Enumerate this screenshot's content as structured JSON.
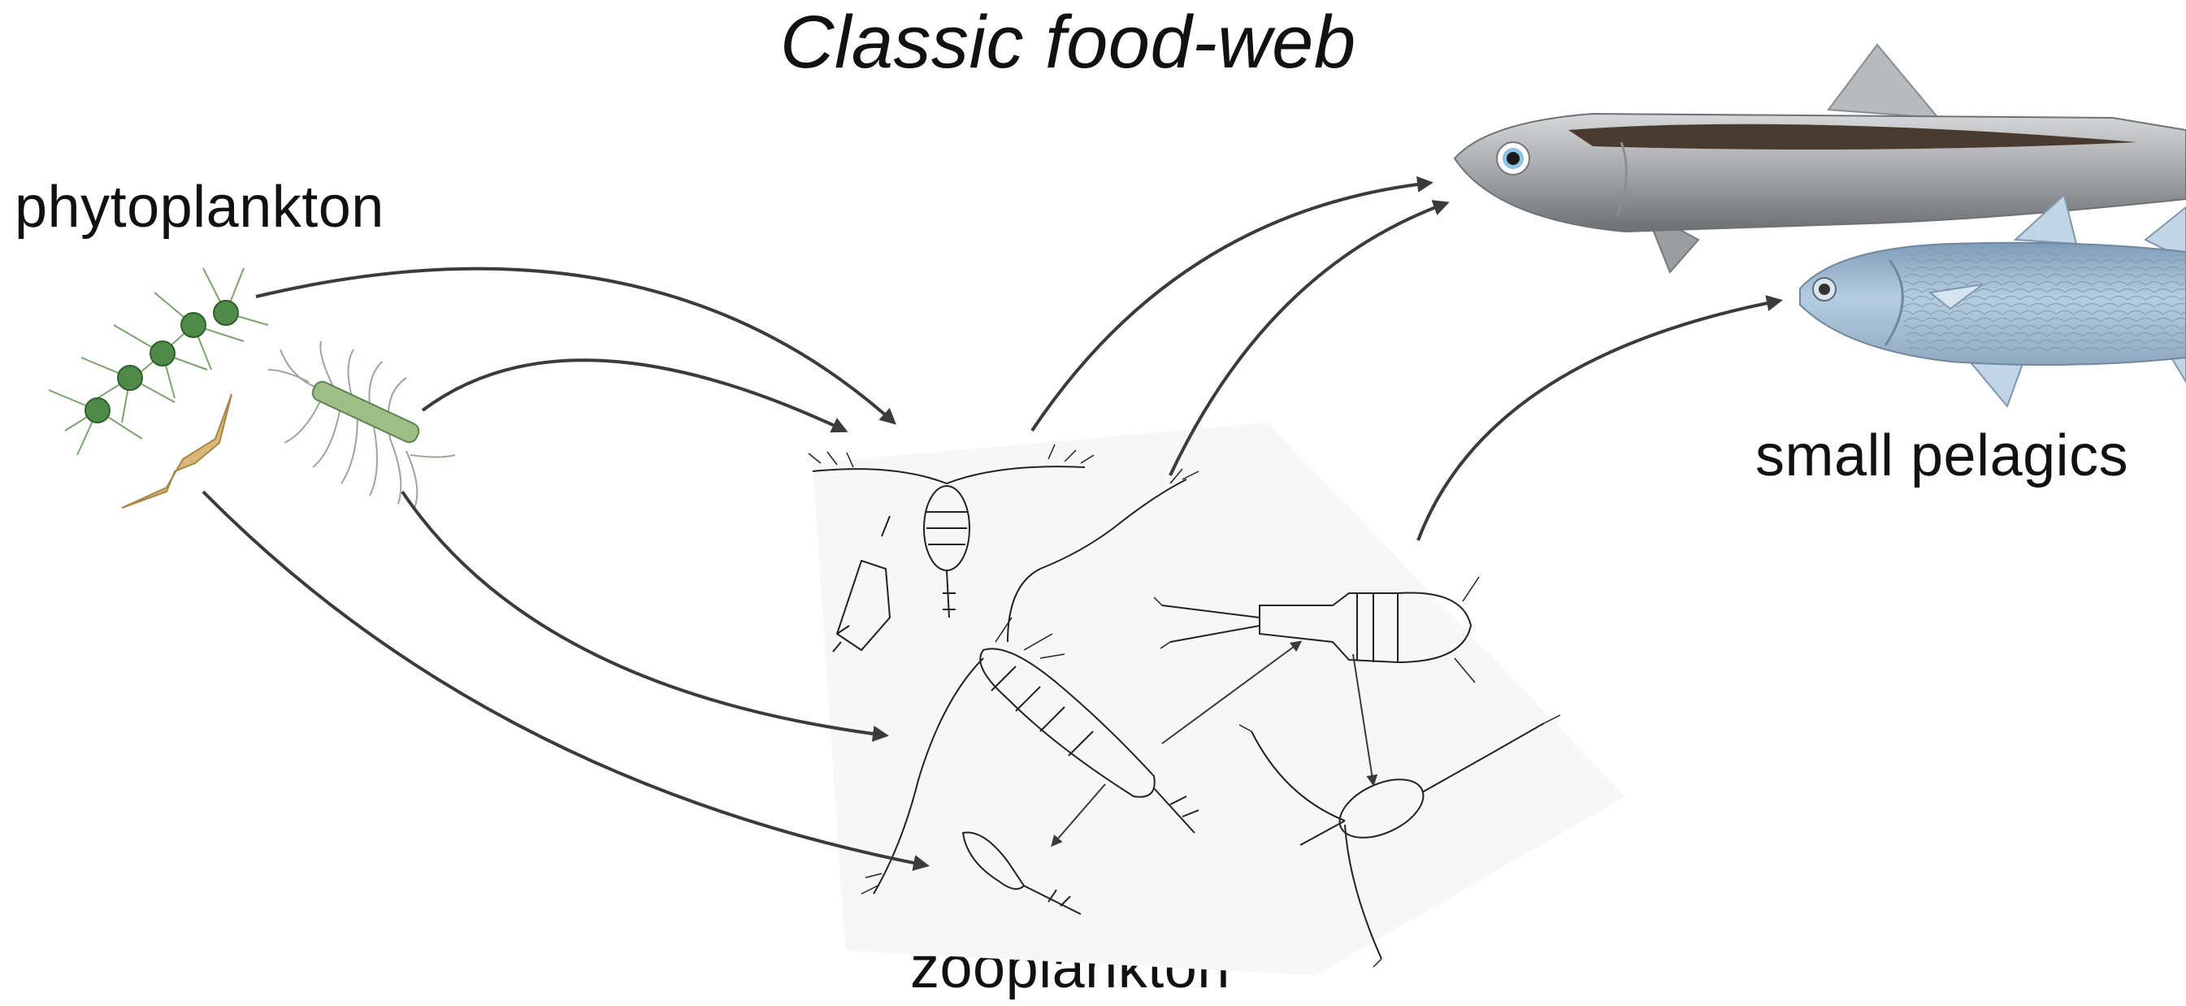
{
  "title": "Classic food-web",
  "labels": {
    "phytoplankton": "phytoplankton",
    "small_pelagics": "small pelagics",
    "zooplankton": "zooplankton"
  },
  "colors": {
    "arrow": "#3b3b3b",
    "phyto_green": "#5e8f52",
    "phyto_tan": "#c9a56a",
    "anchovy_body": "#a9abad",
    "anchovy_stripe": "#4a3b30",
    "herring_body": "#a8c1d8",
    "zoo_line": "#222222"
  },
  "icons": [
    "chain-diatom-icon",
    "dinoflagellate-icon",
    "setose-diatom-icon",
    "copepod-icon",
    "anchovy-icon",
    "herring-icon"
  ]
}
